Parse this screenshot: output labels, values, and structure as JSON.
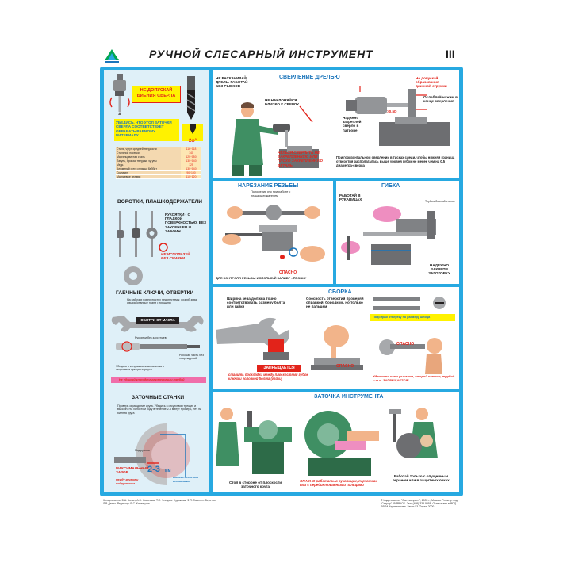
{
  "header": {
    "title": "РУЧНОЙ  СЛЕСАРНЫЙ  ИНСТРУМЕНТ",
    "part": "III"
  },
  "left": {
    "drill_warning": "НЕ ДОПУСКАЙ БИЕНИЯ СВЕРЛА",
    "angle_note": "УБЕДИСЬ, ЧТО УГОЛ ЗАТОЧКИ СВЕРЛА СООТВЕТСТВУЕТ ОБРАБАТЫВАЕМОМУ МАТЕРИАЛУ",
    "angle_label": "2φ°",
    "materials": [
      {
        "name": "Сталь, чугун средней твердости",
        "value": "116÷118"
      },
      {
        "name": "Стальной посевки",
        "value": "140"
      },
      {
        "name": "Марганцовистая сталь",
        "value": "120÷150"
      },
      {
        "name": "Латунь, бронза, твердые чугуны",
        "value": "130÷140"
      },
      {
        "name": "Медь",
        "value": "125"
      },
      {
        "name": "Алюминий и его сплавы, баббит",
        "value": "130÷140"
      },
      {
        "name": "Силумин",
        "value": "90÷100"
      },
      {
        "name": "Магниевые сплавы",
        "value": "110÷120"
      }
    ],
    "taps_title": "ВОРОТКИ, ПЛАШКОДЕРЖАТЕЛИ",
    "taps_note": "РУКОЯТКИ - С ГЛАДКОЙ ПОВЕРХНОСТЬЮ, БЕЗ ЗАУСЕНЦЕВ И ЗАБОИН",
    "taps_warning": "НЕ ИСПОЛЬЗУЙ БЕЗ СМАЗКИ",
    "keys_title": "ГАЕЧНЫЕ КЛЮЧИ, ОТВЕРТКИ",
    "keys_note": "На рабочих поверхностях недопустимы: • изгиб зева • выработанные грани • трещины",
    "keys_oil": "ОБОТРИ ОТ МАСЛА",
    "keys_handle": "Рукоятки без заусенцев",
    "keys_screw": "Убедись в исправности механизма и отсутствии трещин корпуса",
    "keys_blade": "Рабочая часть без повреждений",
    "keys_warning": "Не удлиняй ключ другим ключом или трубой",
    "grind_title": "ЗАТОЧНЫЕ СТАНКИ",
    "grind_note": "Проверь ограждение круга. Убедись в отсутствии трещин и выбоин. На холостом ходу в течение 2-3 минут проверь, нет ли биения круга",
    "grind_rest": "Подручник",
    "grind_gap_label": "МАКСИМАЛЬНЫЙ ЗАЗОР",
    "grind_gap_value": "2-3",
    "grind_gap_unit": "мм",
    "grind_gap_note": "между кругом и подручником",
    "grind_cut": "включи отсос или вентиляцию"
  },
  "drilling": {
    "title": "СВЕРЛЕНИЕ ДРЕЛЬЮ",
    "note1": "НЕ РАСКАЧИВАЙ ДРЕЛЬ. РАБОТАЙ БЕЗ РЫВКОВ",
    "note2": "НЕ НАКЛОНЯЙСЯ БЛИЗКО К СВЕРЛУ",
    "warn": "НЕЛЬЗЯ СВЕРЛИТЬ НЕ ЗАКРЕПЛЕННУЮ ИЛИ ПЛОХО ЗАКРЕПЛЕННУЮ ДЕТАЛЬ",
    "note3": "Не допускай образования длинной стружки",
    "note4": "Ослабляй нажим в конце сверления",
    "note5": "Надежно закреплей сверло в патроне",
    "note6": ">0,5D",
    "note7": "При горизонтальном сверлении в тисках следи, чтобы нижняя граница отверстия располагалась выше уровня губок не менее чем на 0,5 диаметра-сверла"
  },
  "threading": {
    "title": "НАРЕЗАНИЕ РЕЗЬБЫ",
    "note1": "Положение рук при работе с плашкодержателем",
    "warn": "ОПАСНО",
    "note2": "ДЛЯ КОНТРОЛЯ РЕЗЬБЫ ИСПОЛЬЗУЙ КАЛИБР - ПРОБКУ"
  },
  "bending": {
    "title": "ГИБКА",
    "note1": "РАБОТАЙ В РУКАВИЦАХ",
    "note2": "Трубогибочный станок",
    "note3": "Нагубники",
    "note4": "НАДЕЖНО ЗАКРЕПИ ЗАГОТОВКУ"
  },
  "assembly": {
    "title": "СБОРКА",
    "note1": "Ширина зева должна точно соответствовать размеру болта или гайки",
    "note2": "Соосность отверстий проверяй оправкой, бородком, но только не пальцем",
    "warn1": "ЗАПРЕЩАЕТСЯ",
    "warn2": "ставить прокладки между плоскостями губок ключа и головкой болта (гайки)",
    "warn3": "ОПАСНО",
    "note3": "Подбирай отвертку по размеру шлица",
    "warn4": "Удлинять ключ рычагом, второй ключом, трубой и т.п. ЗАПРЕЩАЕТСЯ!"
  },
  "sharpening": {
    "title": "ЗАТОЧКА  ИНСТРУМЕНТА",
    "note1": "Стой в стороне от плоскости заточного круга",
    "warn": "ОПАСНО работать в рукавицах, перчатках или с перебинтованными пальцами",
    "note2": "Работай только с опущенным экраном или в защитных очках"
  },
  "footer": {
    "left": "Консультанты: Б.А. Колин, А.Н. Соколова. Т.П. Чекарев. Художник: Ф.П. Гасилин. Верстка: Л.В.Дахно. Редактор: В.С. Киселцова",
    "right": "© Издательство \"Светла-принт\", 2005 г., Москва. Регистр. код \"Старор\" 89 ЯВКОБ. Тел. (495) 333-9958. Отпечатано в ФПД ЭЗГМ Издательства. Заказ 53. Тираж 2000."
  }
}
